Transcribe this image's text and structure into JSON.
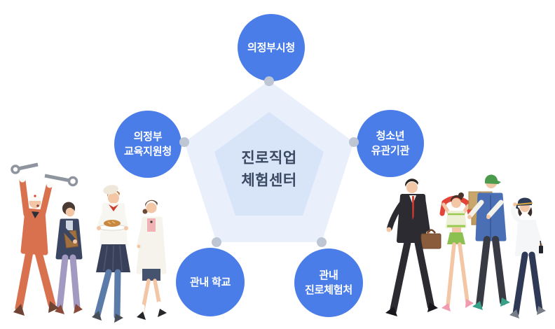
{
  "diagram": {
    "center": {
      "label": "진로직업\n체험센터"
    },
    "nodes": [
      {
        "id": "uijeongbu-city-hall",
        "label": "의정부시청"
      },
      {
        "id": "uijeongbu-education-office",
        "label": "의정부\n교육지원청"
      },
      {
        "id": "youth-organizations",
        "label": "청소년\n유관기관"
      },
      {
        "id": "local-schools",
        "label": "관내 학교"
      },
      {
        "id": "local-career-sites",
        "label": "관내\n진로체험처"
      }
    ],
    "colors": {
      "background": "#ffffff",
      "node_fill": "#4b7de8",
      "node_text": "#ffffff",
      "pentagon_outer": "#e9f0fb",
      "pentagon_inner": "#d8e4f7",
      "vertex_dot": "#bdc6d2",
      "center_text": "#3b4862"
    }
  },
  "illustrations": {
    "left_group": [
      "mechanic",
      "office-worker",
      "chef",
      "doctor"
    ],
    "right_group": [
      "businessman",
      "athlete",
      "delivery-worker",
      "police-officer"
    ]
  }
}
